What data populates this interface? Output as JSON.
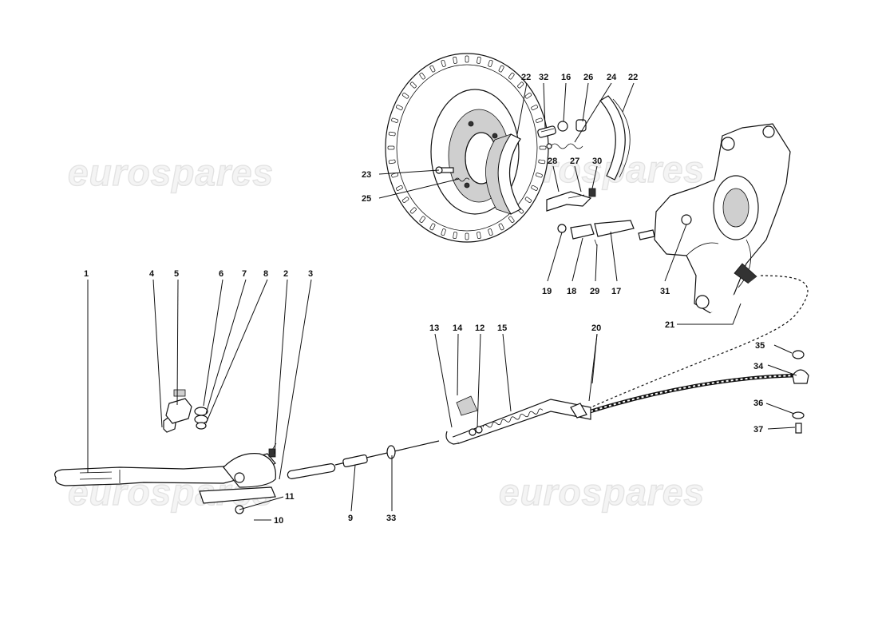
{
  "watermark": {
    "text": "eurospares"
  },
  "callouts": [
    {
      "id": "c1",
      "label": "1"
    },
    {
      "id": "c2",
      "label": "2"
    },
    {
      "id": "c3",
      "label": "3"
    },
    {
      "id": "c4",
      "label": "4"
    },
    {
      "id": "c5",
      "label": "5"
    },
    {
      "id": "c6",
      "label": "6"
    },
    {
      "id": "c7",
      "label": "7"
    },
    {
      "id": "c8",
      "label": "8"
    },
    {
      "id": "c9",
      "label": "9"
    },
    {
      "id": "c10",
      "label": "10"
    },
    {
      "id": "c11",
      "label": "11"
    },
    {
      "id": "c12",
      "label": "12"
    },
    {
      "id": "c13",
      "label": "13"
    },
    {
      "id": "c14",
      "label": "14"
    },
    {
      "id": "c15",
      "label": "15"
    },
    {
      "id": "c16",
      "label": "16"
    },
    {
      "id": "c17",
      "label": "17"
    },
    {
      "id": "c18",
      "label": "18"
    },
    {
      "id": "c19",
      "label": "19"
    },
    {
      "id": "c20",
      "label": "20"
    },
    {
      "id": "c21",
      "label": "21"
    },
    {
      "id": "c22a",
      "label": "22"
    },
    {
      "id": "c22b",
      "label": "22"
    },
    {
      "id": "c23",
      "label": "23"
    },
    {
      "id": "c24",
      "label": "24"
    },
    {
      "id": "c25",
      "label": "25"
    },
    {
      "id": "c26",
      "label": "26"
    },
    {
      "id": "c27",
      "label": "27"
    },
    {
      "id": "c28",
      "label": "28"
    },
    {
      "id": "c29",
      "label": "29"
    },
    {
      "id": "c30",
      "label": "30"
    },
    {
      "id": "c31",
      "label": "31"
    },
    {
      "id": "c32",
      "label": "32"
    },
    {
      "id": "c33",
      "label": "33"
    },
    {
      "id": "c34",
      "label": "34"
    },
    {
      "id": "c35",
      "label": "35"
    },
    {
      "id": "c36",
      "label": "36"
    },
    {
      "id": "c37",
      "label": "37"
    }
  ]
}
